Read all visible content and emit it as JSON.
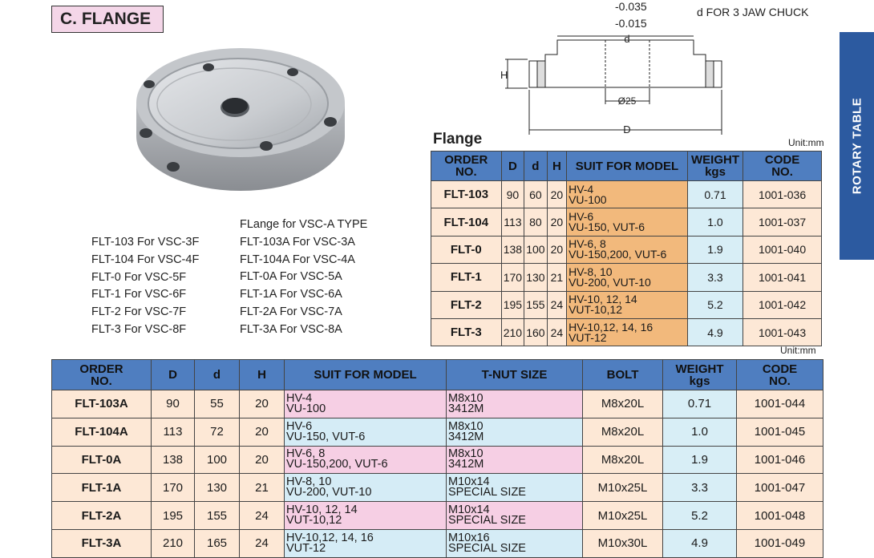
{
  "section_title": "C. FLANGE",
  "side_tab": "ROTARY TABLE",
  "drawing": {
    "tol_upper": "-0.035",
    "tol_lower": "-0.015",
    "chuck_note": "d FOR 3 JAW CHUCK",
    "dim_d": "d",
    "dim_H": "H",
    "dim_bore": "Ø25",
    "dim_D": "D"
  },
  "list_right_title": "FLange for VSC-A TYPE",
  "list_left": [
    "FLT-103 For VSC-3F",
    "FLT-104 For VSC-4F",
    "FLT-0 For VSC-5F",
    "FLT-1 For VSC-6F",
    "FLT-2 For VSC-7F",
    "FLT-3 For VSC-8F"
  ],
  "list_right": [
    "FLT-103A For VSC-3A",
    "FLT-104A For VSC-4A",
    "FLT-0A For VSC-5A",
    "FLT-1A For VSC-6A",
    "FLT-2A For VSC-7A",
    "FLT-3A For VSC-8A"
  ],
  "flange_table": {
    "label": "Flange",
    "unit": "Unit:mm",
    "headers": {
      "order_1": "ORDER",
      "order_2": "NO.",
      "D": "D",
      "d": "d",
      "H": "H",
      "suit": "SUIT FOR MODEL",
      "weight_1": "WEIGHT",
      "weight_2": "kgs",
      "code_1": "CODE",
      "code_2": "NO."
    },
    "rows": [
      {
        "order": "FLT-103",
        "D": "90",
        "d": "60",
        "H": "20",
        "suit_1": "HV-4",
        "suit_2": "VU-100",
        "weight": "0.71",
        "code": "1001-036"
      },
      {
        "order": "FLT-104",
        "D": "113",
        "d": "80",
        "H": "20",
        "suit_1": "HV-6",
        "suit_2": "VU-150, VUT-6",
        "weight": "1.0",
        "code": "1001-037"
      },
      {
        "order": "FLT-0",
        "D": "138",
        "d": "100",
        "H": "20",
        "suit_1": "HV-6, 8",
        "suit_2": "VU-150,200, VUT-6",
        "weight": "1.9",
        "code": "1001-040"
      },
      {
        "order": "FLT-1",
        "D": "170",
        "d": "130",
        "H": "21",
        "suit_1": "HV-8, 10",
        "suit_2": "VU-200, VUT-10",
        "weight": "3.3",
        "code": "1001-041"
      },
      {
        "order": "FLT-2",
        "D": "195",
        "d": "155",
        "H": "24",
        "suit_1": "HV-10, 12, 14",
        "suit_2": "VUT-10,12",
        "weight": "5.2",
        "code": "1001-042"
      },
      {
        "order": "FLT-3",
        "D": "210",
        "d": "160",
        "H": "24",
        "suit_1": "HV-10,12, 14, 16",
        "suit_2": "VUT-12",
        "weight": "4.9",
        "code": "1001-043"
      }
    ]
  },
  "flange_a_table": {
    "unit": "Unit:mm",
    "headers": {
      "order_1": "ORDER",
      "order_2": "NO.",
      "D": "D",
      "d": "d",
      "H": "H",
      "suit": "SUIT FOR MODEL",
      "tnut": "T-NUT SIZE",
      "bolt": "BOLT",
      "weight_1": "WEIGHT",
      "weight_2": "kgs",
      "code_1": "CODE",
      "code_2": "NO."
    },
    "rows": [
      {
        "order": "FLT-103A",
        "D": "90",
        "d": "55",
        "H": "20",
        "suit_1": "HV-4",
        "suit_2": "VU-100",
        "tnut_1": "M8x10",
        "tnut_2": "3412M",
        "bolt": "M8x20L",
        "weight": "0.71",
        "code": "1001-044"
      },
      {
        "order": "FLT-104A",
        "D": "113",
        "d": "72",
        "H": "20",
        "suit_1": "HV-6",
        "suit_2": "VU-150, VUT-6",
        "tnut_1": "M8x10",
        "tnut_2": "3412M",
        "bolt": "M8x20L",
        "weight": "1.0",
        "code": "1001-045"
      },
      {
        "order": "FLT-0A",
        "D": "138",
        "d": "100",
        "H": "20",
        "suit_1": "HV-6, 8",
        "suit_2": "VU-150,200, VUT-6",
        "tnut_1": "M8x10",
        "tnut_2": "3412M",
        "bolt": "M8x20L",
        "weight": "1.9",
        "code": "1001-046"
      },
      {
        "order": "FLT-1A",
        "D": "170",
        "d": "130",
        "H": "21",
        "suit_1": "HV-8, 10",
        "suit_2": "VU-200, VUT-10",
        "tnut_1": "M10x14",
        "tnut_2": "SPECIAL SIZE",
        "bolt": "M10x25L",
        "weight": "3.3",
        "code": "1001-047"
      },
      {
        "order": "FLT-2A",
        "D": "195",
        "d": "155",
        "H": "24",
        "suit_1": "HV-10, 12, 14",
        "suit_2": "VUT-10,12",
        "tnut_1": "M10x14",
        "tnut_2": "SPECIAL SIZE",
        "bolt": "M10x25L",
        "weight": "5.2",
        "code": "1001-048"
      },
      {
        "order": "FLT-3A",
        "D": "210",
        "d": "165",
        "H": "24",
        "suit_1": "HV-10,12, 14, 16",
        "suit_2": "VUT-12",
        "tnut_1": "M10x16",
        "tnut_2": "SPECIAL SIZE",
        "bolt": "M10x30L",
        "weight": "4.9",
        "code": "1001-049"
      }
    ]
  }
}
